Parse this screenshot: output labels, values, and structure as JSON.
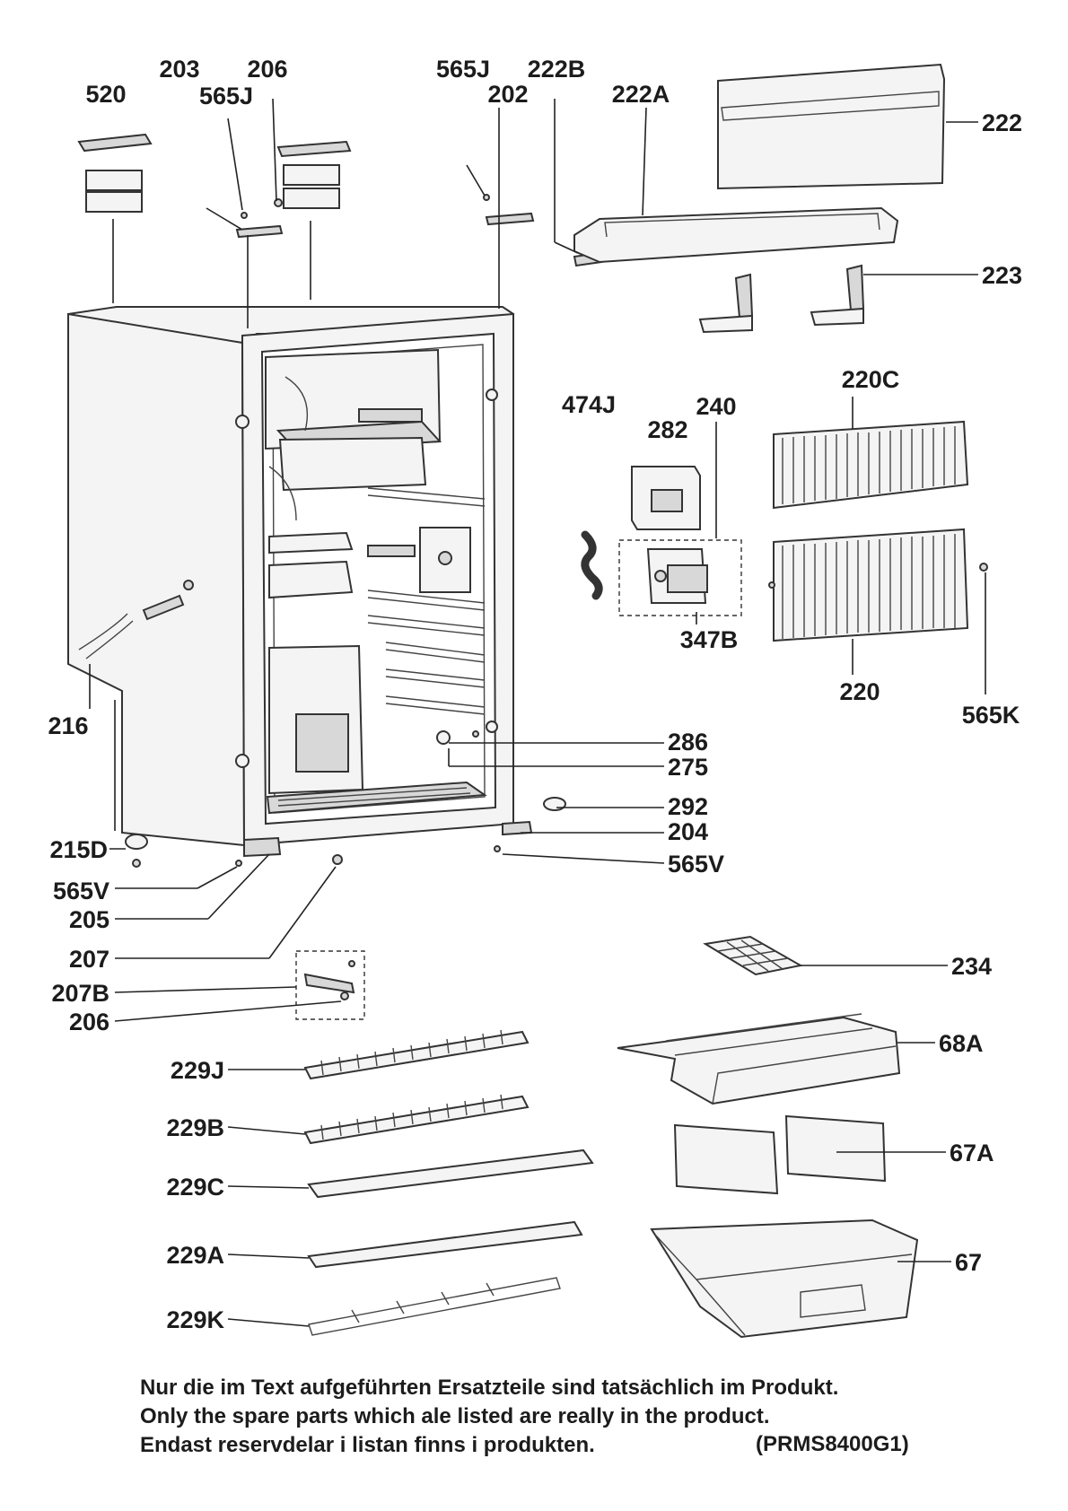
{
  "labels": {
    "p520": "520",
    "p203": "203",
    "p565J_a": "565J",
    "p206_a": "206",
    "p565J_b": "565J",
    "p202": "202",
    "p222B": "222B",
    "p222A": "222A",
    "p222": "222",
    "p223": "223",
    "p474J": "474J",
    "p282": "282",
    "p240": "240",
    "p220C": "220C",
    "p347B": "347B",
    "p220": "220",
    "p565K": "565K",
    "p216": "216",
    "p286": "286",
    "p275": "275",
    "p292": "292",
    "p204": "204",
    "p215D": "215D",
    "p565V_a": "565V",
    "p565V_b": "565V",
    "p205": "205",
    "p207": "207",
    "p207B": "207B",
    "p206_b": "206",
    "p234": "234",
    "p68A": "68A",
    "p229J": "229J",
    "p229B": "229B",
    "p229C": "229C",
    "p67A": "67A",
    "p229A": "229A",
    "p67": "67",
    "p229K": "229K"
  },
  "notes": {
    "line1": "Nur die im Text aufgeführten Ersatzteile sind tatsächlich im Produkt.",
    "line2": "Only the spare parts which ale listed are really in the product.",
    "line3": "Endast reservdelar i listan finns i produkten."
  },
  "reference": "(PRMS8400G1)"
}
